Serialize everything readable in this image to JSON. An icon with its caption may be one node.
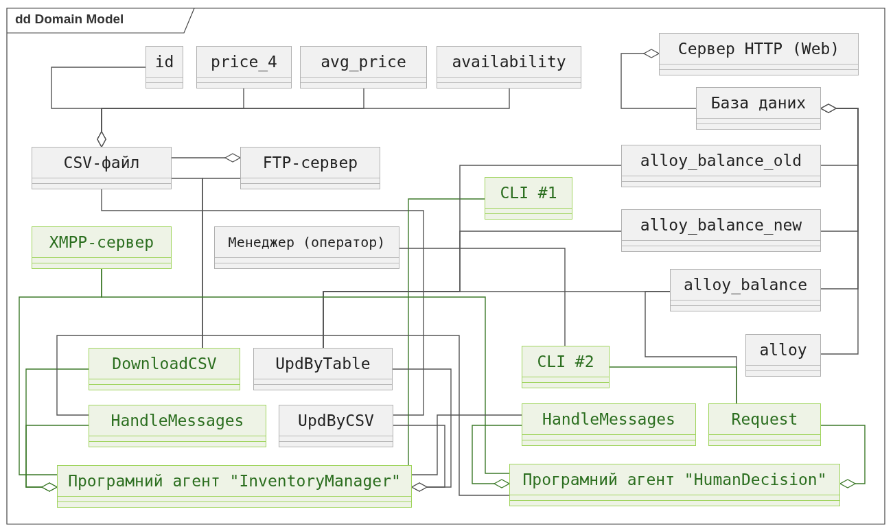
{
  "diagram": {
    "title": "dd Domain Model",
    "nodes": [
      {
        "text": [
          "id"
        ]
      },
      {
        "text": [
          "price_4"
        ]
      },
      {
        "text": [
          "avg_price"
        ]
      },
      {
        "text": [
          "availability"
        ]
      },
      {
        "text": [
          "Сервер HTTP (Web)"
        ]
      },
      {
        "text": [
          "База даних"
        ]
      },
      {
        "text": [
          "CSV-файл"
        ]
      },
      {
        "text": [
          "FTP-сервер"
        ]
      },
      {
        "text": [
          "alloy_balance_old"
        ]
      },
      {
        "text": [
          "CLI #1"
        ]
      },
      {
        "text": [
          "XMPP-сервер"
        ]
      },
      {
        "text": [
          "Менеджер (оператор)"
        ]
      },
      {
        "text": [
          "alloy_balance_new"
        ]
      },
      {
        "text": [
          "alloy_balance"
        ]
      },
      {
        "text": [
          "DownloadCSV"
        ]
      },
      {
        "text": [
          "UpdByTable"
        ]
      },
      {
        "text": [
          "alloy"
        ]
      },
      {
        "text": [
          "CLI #2"
        ]
      },
      {
        "text": [
          "HandleMessages"
        ]
      },
      {
        "text": [
          "UpdByCSV"
        ]
      },
      {
        "text": [
          "HandleMessages"
        ]
      },
      {
        "text": [
          "Request"
        ]
      },
      {
        "text": [
          "Програмний агент \"InventoryManager\""
        ]
      },
      {
        "text": [
          "Програмний агент \"HumanDecision\""
        ]
      }
    ],
    "edges": [
      {
        "from": 0,
        "to": 6,
        "arrow": "other"
      },
      {
        "from": 1,
        "to": 6,
        "arrow": "other"
      },
      {
        "from": 2,
        "to": 6,
        "arrow": "other"
      },
      {
        "from": 3,
        "to": 6,
        "arrow": "other"
      },
      {
        "from": 6,
        "to": 7,
        "arrow": "other"
      },
      {
        "from": 5,
        "to": 4,
        "arrow": "other"
      },
      {
        "from": 8,
        "to": 5,
        "arrow": "other"
      },
      {
        "from": 12,
        "to": 5,
        "arrow": "other"
      },
      {
        "from": 13,
        "to": 5,
        "arrow": "other"
      },
      {
        "from": 16,
        "to": 5,
        "arrow": "other"
      },
      {
        "from": 6,
        "to": 14,
        "arrow": "none"
      },
      {
        "from": 7,
        "to": 14,
        "arrow": "none"
      },
      {
        "from": 6,
        "to": 19,
        "arrow": "none"
      },
      {
        "from": 9,
        "to": 22,
        "arrow": "none",
        "color": "#3d7a2a"
      },
      {
        "from": 8,
        "to": 15,
        "arrow": "none"
      },
      {
        "from": 12,
        "to": 15,
        "arrow": "none"
      },
      {
        "from": 13,
        "to": 15,
        "arrow": "none"
      },
      {
        "from": 13,
        "to": 21,
        "arrow": "none"
      },
      {
        "from": 17,
        "to": 21,
        "arrow": "none",
        "color": "#3d7a2a"
      },
      {
        "from": 11,
        "to": 17,
        "arrow": "none"
      },
      {
        "from": 10,
        "to": 22,
        "arrow": "none",
        "color": "#3d7a2a"
      },
      {
        "from": 10,
        "to": 23,
        "arrow": "none",
        "color": "#3d7a2a"
      },
      {
        "from": 14,
        "to": 22,
        "arrow": "other",
        "color": "#3d7a2a"
      },
      {
        "from": 18,
        "to": 22,
        "arrow": "other",
        "color": "#3d7a2a"
      },
      {
        "from": 18,
        "to": 23,
        "arrow": "none"
      },
      {
        "from": 22,
        "to": 20,
        "arrow": "none"
      },
      {
        "from": 20,
        "to": 23,
        "arrow": "other",
        "color": "#3d7a2a"
      },
      {
        "from": 21,
        "to": 23,
        "arrow": "other",
        "color": "#3d7a2a"
      },
      {
        "from": 15,
        "to": 22,
        "arrow": "other"
      },
      {
        "from": 19,
        "to": 22,
        "arrow": "other"
      }
    ]
  }
}
